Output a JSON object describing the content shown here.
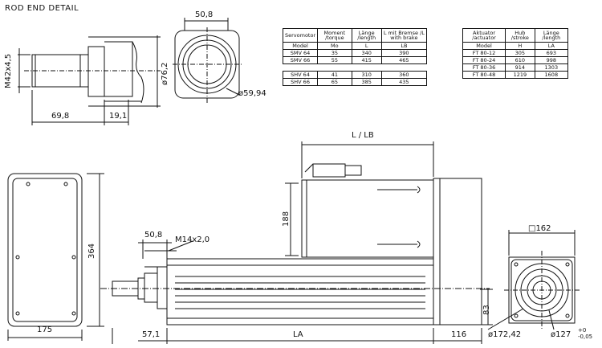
{
  "title": "ROD END DETAIL",
  "dimensions": {
    "rod_width": "50,8",
    "rod_thread": "M42x4,5",
    "rod_len1": "69,8",
    "rod_len2": "19,1",
    "rod_dia": "ø76,2",
    "rod_circle": "ø59,94",
    "l_lb": "L / LB",
    "h188": "188",
    "w50": "50,8",
    "thread": "M14x2,0",
    "h364": "364",
    "w175": "175",
    "w57": "57,1",
    "la": "LA",
    "w116": "116",
    "h83": "83",
    "sq162": "□162",
    "d172": "ø172,42",
    "d127": "ø127",
    "d127_tol_up": "+0",
    "d127_tol_dn": "-0,05"
  },
  "servo_table": {
    "headers": [
      [
        "Servomotor",
        "Moment /torque",
        "Länge /length",
        "L mit Bremse /L with brake"
      ],
      [
        "Model",
        "Mo",
        "L",
        "LB"
      ]
    ],
    "rows": [
      [
        "SMV 64",
        "35",
        "340",
        "390"
      ],
      [
        "SMV 66",
        "55",
        "415",
        "465"
      ]
    ],
    "rows2": [
      [
        "SHV 64",
        "41",
        "310",
        "360"
      ],
      [
        "SHV 66",
        "65",
        "385",
        "435"
      ]
    ]
  },
  "actuator_table": {
    "headers": [
      [
        "Aktuator /actuator",
        "Hub /stroke",
        "Länge /length"
      ],
      [
        "Model",
        "H",
        "LA"
      ]
    ],
    "rows": [
      [
        "FT 80-12",
        "305",
        "693"
      ],
      [
        "FT 80-24",
        "610",
        "998"
      ],
      [
        "FT 80-36",
        "914",
        "1303"
      ],
      [
        "FT 80-48",
        "1219",
        "1608"
      ]
    ]
  }
}
